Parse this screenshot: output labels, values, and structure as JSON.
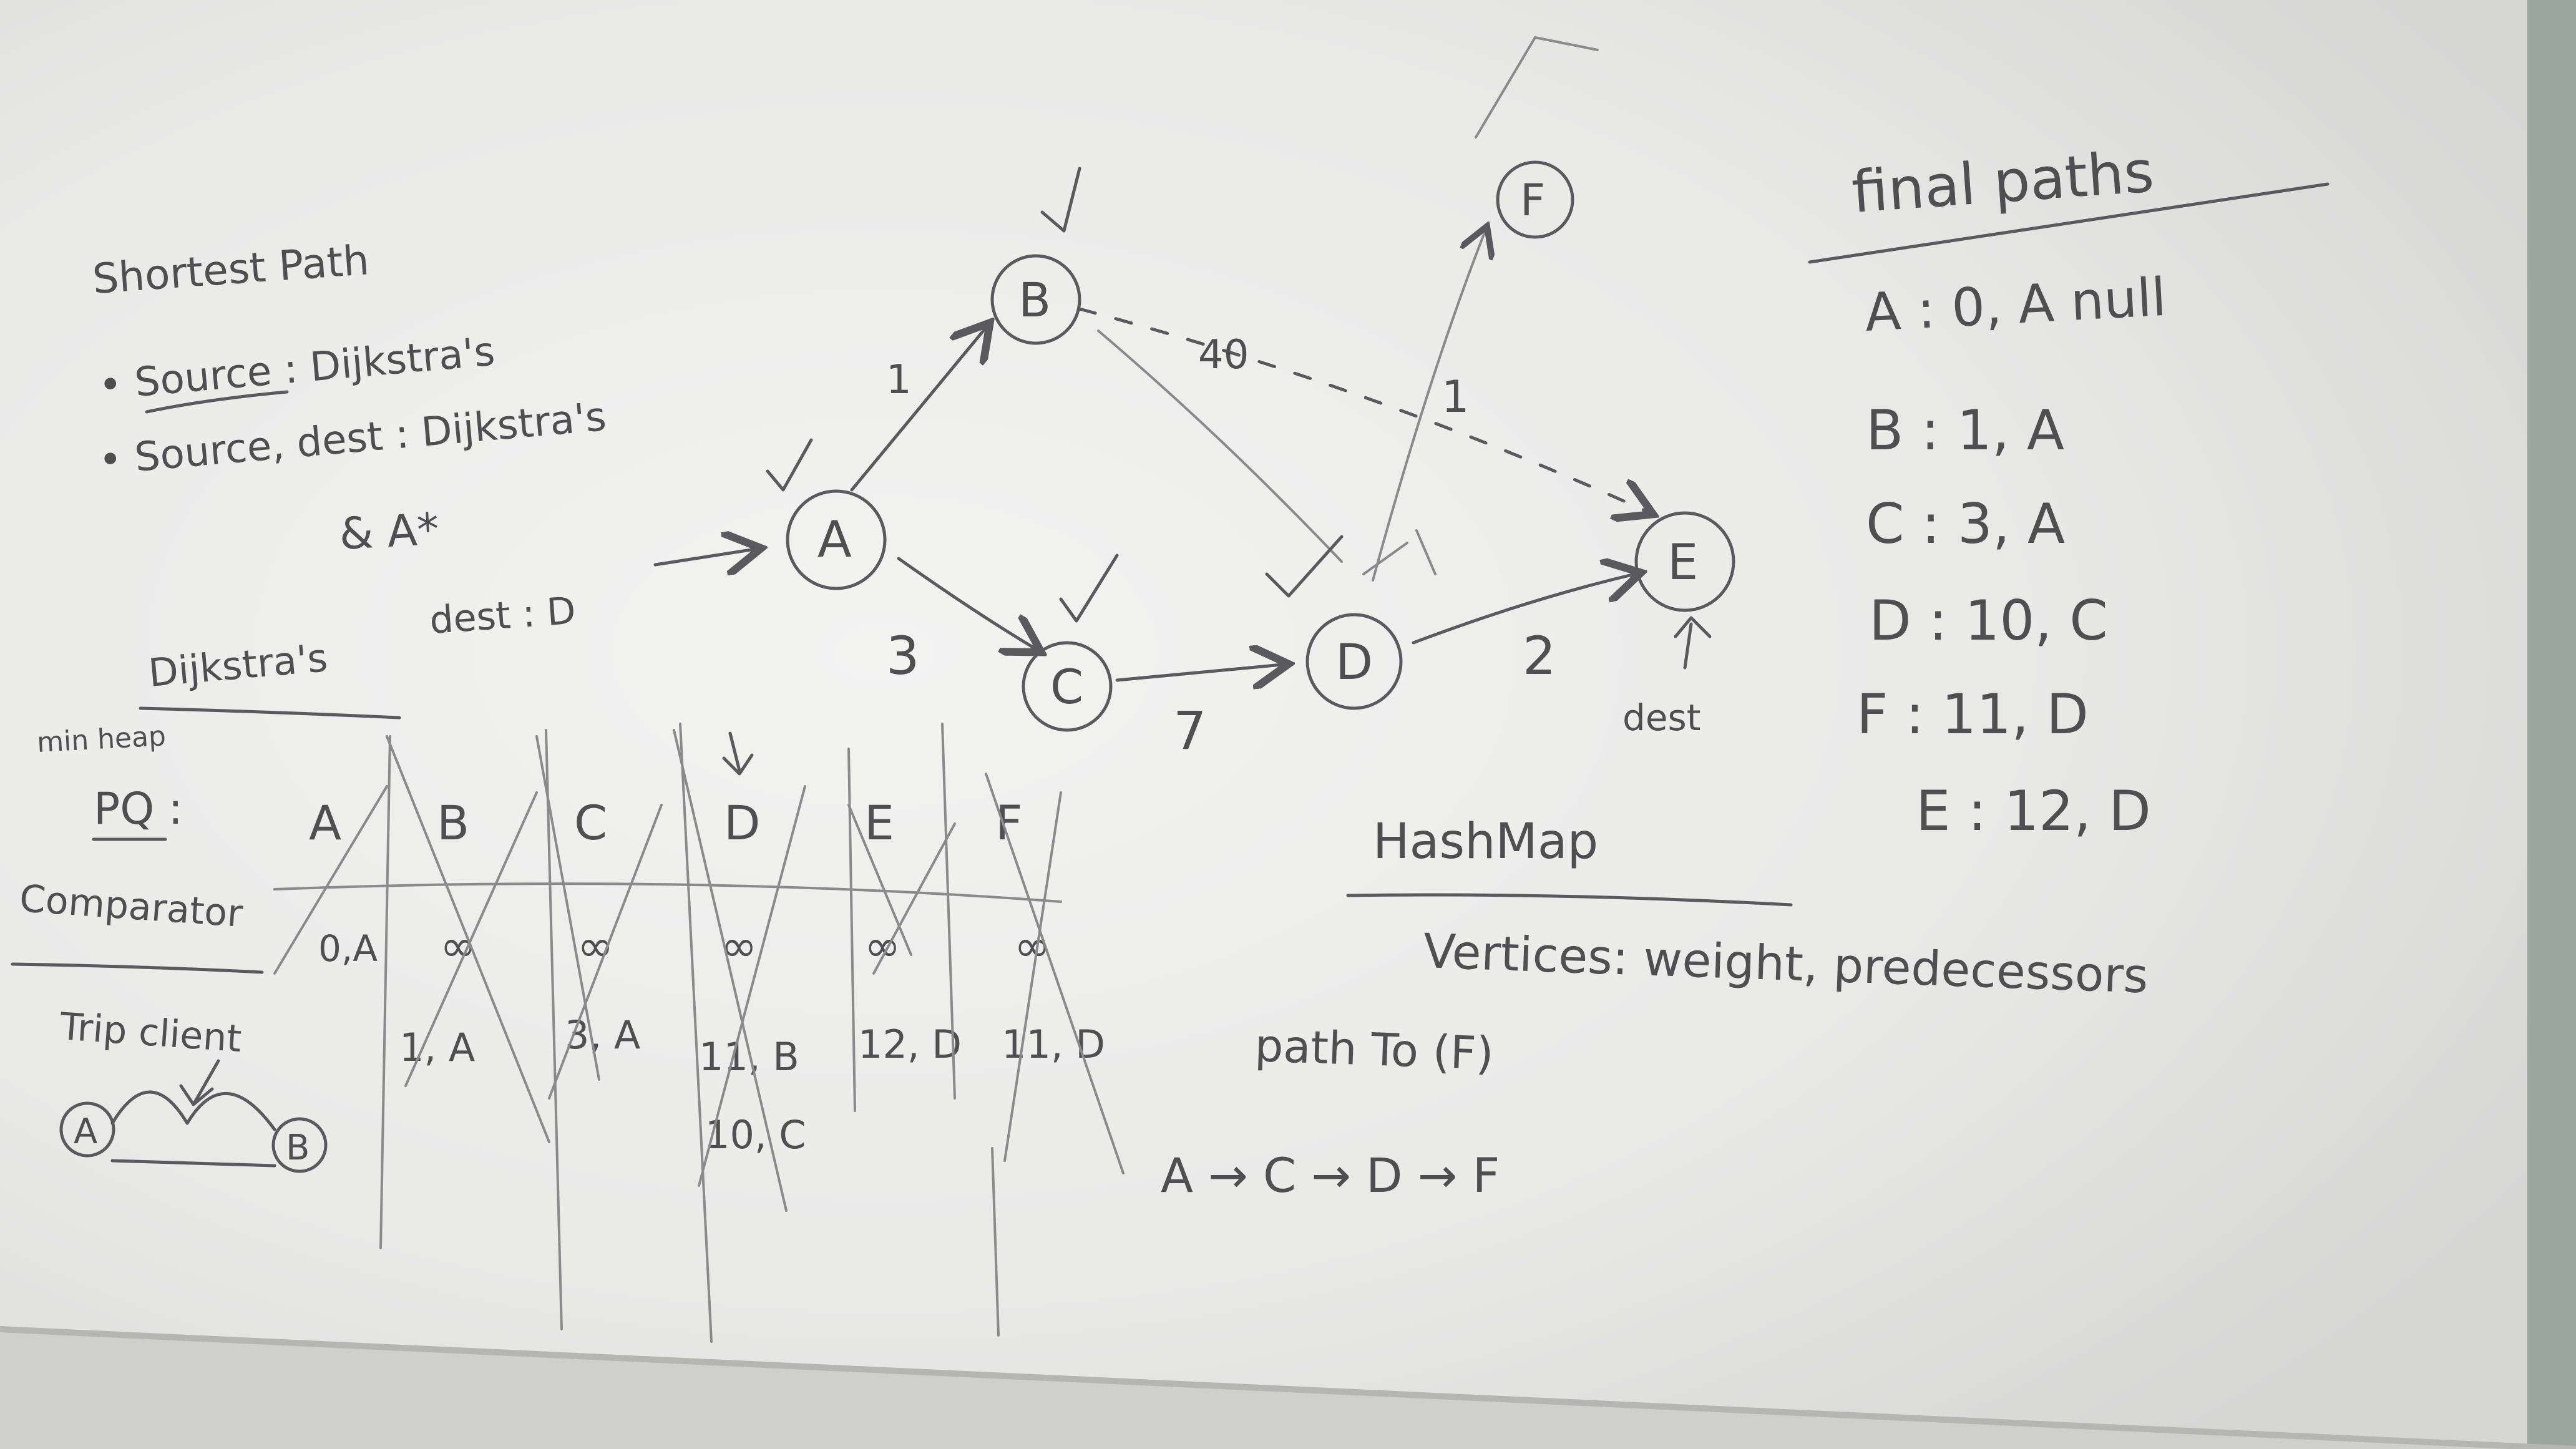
{
  "colors": {
    "board": "#ebebea",
    "ink": "#4f4f52",
    "frame": "#9aa79e"
  },
  "notes": {
    "title": "Shortest Path",
    "bullet1": "• Source : Dijkstra's",
    "bullet2": "• Source, dest : Dijkstra's",
    "bullet3": "& A*",
    "dest": "dest : D",
    "heading": "Dijkstra's",
    "minheap": "min heap",
    "pq": "PQ :",
    "comparator": "Comparator",
    "tripclient": "Trip client"
  },
  "trip_diagram": {
    "a": "A",
    "b": "B"
  },
  "graph": {
    "nodes": [
      "A",
      "B",
      "C",
      "D",
      "E",
      "F"
    ],
    "edges": [
      {
        "from": "A",
        "to": "B",
        "weight": "1"
      },
      {
        "from": "A",
        "to": "C",
        "weight": "3"
      },
      {
        "from": "C",
        "to": "D",
        "weight": "7"
      },
      {
        "from": "D",
        "to": "E",
        "weight": "2"
      },
      {
        "from": "B",
        "to": "E",
        "weight": "40"
      },
      {
        "from": "D",
        "to": "F",
        "weight": "1"
      }
    ],
    "dest_label": "dest"
  },
  "pq_table": {
    "headers": [
      "A",
      "B",
      "C",
      "D",
      "E",
      "F"
    ],
    "row_inf": [
      "0,A",
      "∞",
      "∞",
      "∞",
      "∞",
      "∞"
    ],
    "row_vals": [
      "",
      "1, A",
      "3, A",
      "11, B",
      "12, D",
      "11, D"
    ],
    "row_extra": [
      "",
      "",
      "",
      "10, C",
      "",
      ""
    ]
  },
  "hashmap": {
    "title": "HashMap",
    "desc": "Vertices: weight, predecessors",
    "path_call": "path To (F)",
    "path": "A → C → D → F"
  },
  "final_paths": {
    "title": "final paths",
    "rows": [
      "A : 0, A null",
      "B : 1, A",
      "C : 3, A",
      "D : 10, C",
      "F : 11, D",
      "E : 12, D"
    ]
  }
}
